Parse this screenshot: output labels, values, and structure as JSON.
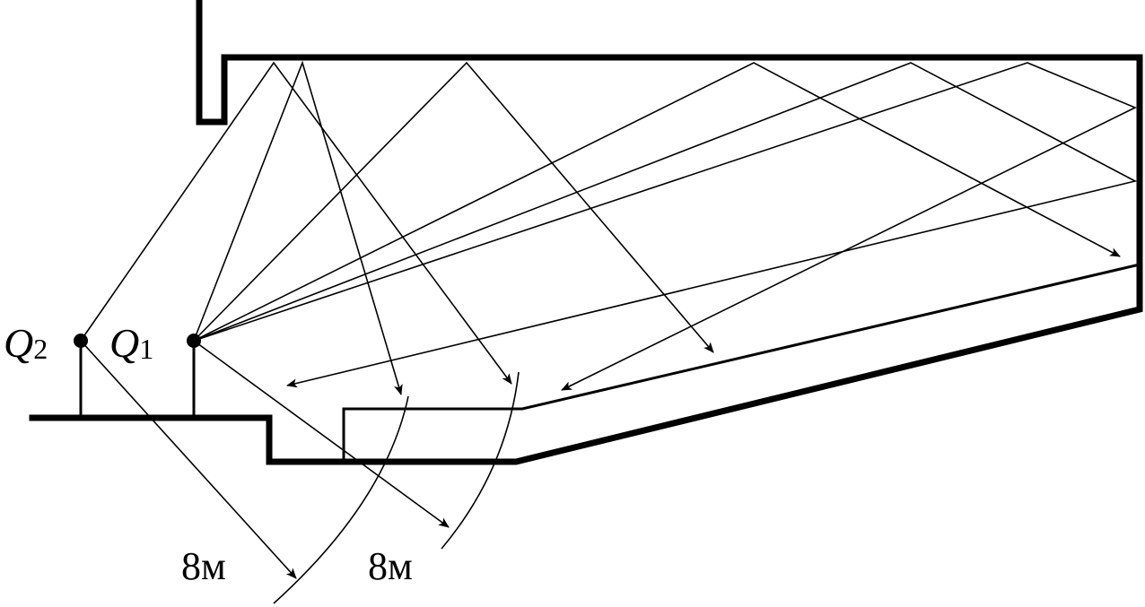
{
  "labels": {
    "source_2": {
      "letter": "Q",
      "sub": "2"
    },
    "source_1": {
      "letter": "Q",
      "sub": "1"
    },
    "distance_left": "8м",
    "distance_right": "8м"
  },
  "colors": {
    "ink": "#000000",
    "background": "#ffffff"
  }
}
